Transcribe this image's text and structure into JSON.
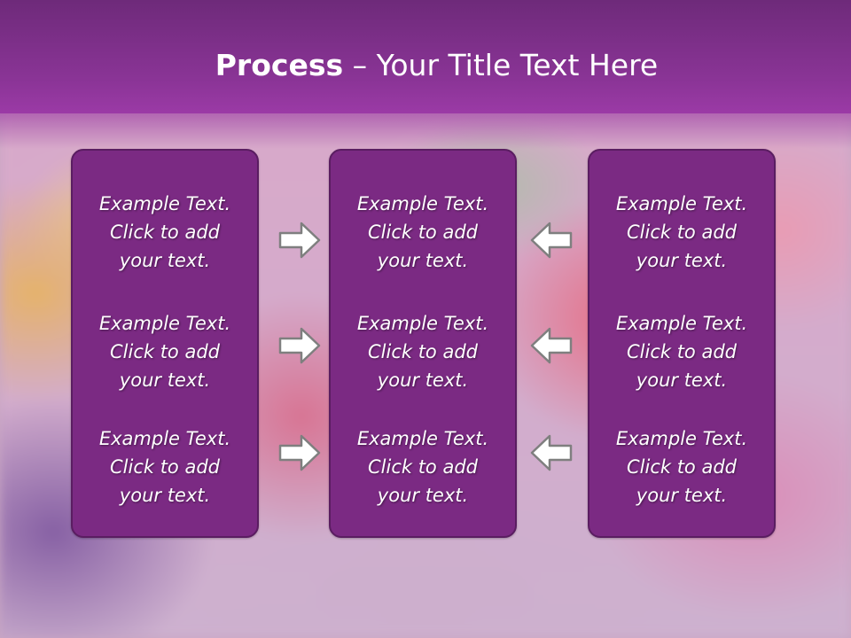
{
  "slide": {
    "title_bold": "Process",
    "title_rest": " – Your Title Text Here"
  },
  "columns": [
    {
      "items": [
        "Example Text.\nClick  to add\nyour text.",
        "Example Text.\nClick  to add\nyour text.",
        "Example Text.\nClick  to add\nyour text."
      ]
    },
    {
      "items": [
        "Example Text.\nClick  to add\nyour text.",
        "Example Text.\nClick  to add\nyour text.",
        "Example Text.\nClick  to add\nyour text."
      ]
    },
    {
      "items": [
        "Example Text.\nClick  to add\nyour text.",
        "Example Text.\nClick  to add\nyour text.",
        "Example Text.\nClick  to add\nyour text."
      ]
    }
  ],
  "arrows": {
    "left_side": "right-arrow-icon",
    "right_side": "left-arrow-icon",
    "fill": "#ffffff",
    "stroke": "#7f7f7f"
  },
  "colors": {
    "header": "#7b2a83",
    "box_fill": "#7b2a83",
    "box_border": "#5a1d61"
  }
}
